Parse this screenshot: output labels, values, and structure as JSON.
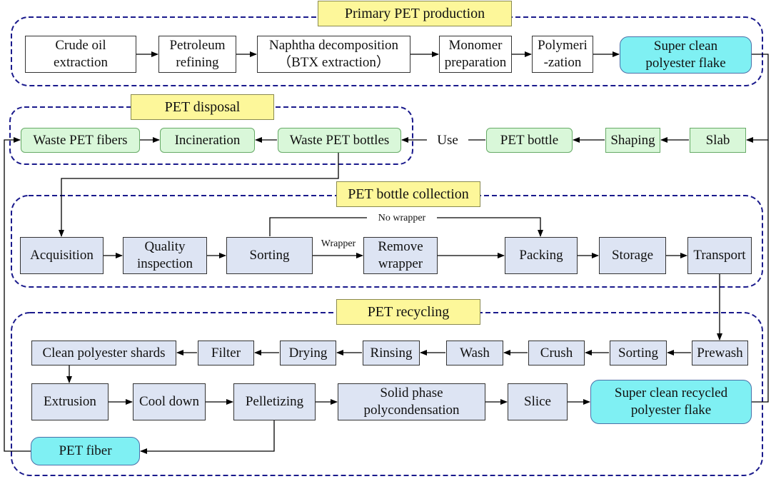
{
  "titles": {
    "primary": "Primary PET production",
    "disposal": "PET disposal",
    "collection": "PET bottle collection",
    "recycling": "PET recycling"
  },
  "primary": {
    "crude_oil": "Crude oil\nextraction",
    "petroleum": "Petroleum\nrefining",
    "naphtha": "Naphtha decomposition\n（BTX extraction）",
    "monomer": "Monomer\npreparation",
    "polymerization": "Polymeri\n-zation",
    "flake": "Super clean\npolyester flake"
  },
  "row2": {
    "slab": "Slab",
    "shaping": "Shaping",
    "pet_bottle": "PET bottle",
    "use": "Use",
    "waste_bottles": "Waste PET bottles",
    "incineration": "Incineration",
    "waste_fibers": "Waste PET fibers"
  },
  "collection": {
    "acquisition": "Acquisition",
    "quality": "Quality\ninspection",
    "sorting": "Sorting",
    "wrapper": "Wrapper",
    "no_wrapper": "No wrapper",
    "remove_wrapper": "Remove\nwrapper",
    "packing": "Packing",
    "storage": "Storage",
    "transport": "Transport"
  },
  "recycling": {
    "prewash": "Prewash",
    "sorting": "Sorting",
    "crush": "Crush",
    "wash": "Wash",
    "rinsing": "Rinsing",
    "drying": "Drying",
    "filter": "Filter",
    "shards": "Clean polyester shards",
    "extrusion": "Extrusion",
    "cool_down": "Cool down",
    "pelletizing": "Pelletizing",
    "ssp": "Solid phase\npolycondensation",
    "slice": "Slice",
    "recycled_flake": "Super clean recycled\npolyester flake",
    "pet_fiber": "PET fiber"
  },
  "colors": {
    "frame": "#1a1a8c",
    "title_fill": "#fdf79a",
    "green_fill": "#d9f7d9",
    "blue_fill": "#dde4f3",
    "cyan_fill": "#7ff0f3"
  }
}
